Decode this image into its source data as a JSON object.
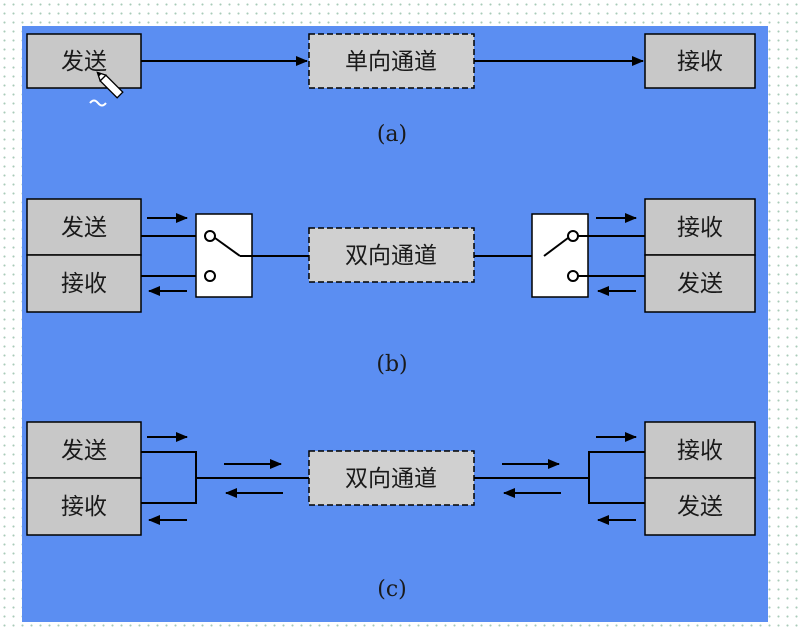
{
  "colors": {
    "panel": "#5b8ef2",
    "box_fill": "#c8c8c8",
    "switch_fill": "#ffffff",
    "line": "#000000"
  },
  "diagram_a": {
    "sender": "发送",
    "channel": "单向通道",
    "receiver": "接收",
    "caption": "(a)"
  },
  "diagram_b": {
    "left_top": "发送",
    "left_bottom": "接收",
    "channel": "双向通道",
    "right_top": "接收",
    "right_bottom": "发送",
    "caption": "(b)"
  },
  "diagram_c": {
    "left_top": "发送",
    "left_bottom": "接收",
    "channel": "双向通道",
    "right_top": "接收",
    "right_bottom": "发送",
    "caption": "(c)"
  },
  "cursor_icon": "pen-cursor-icon"
}
